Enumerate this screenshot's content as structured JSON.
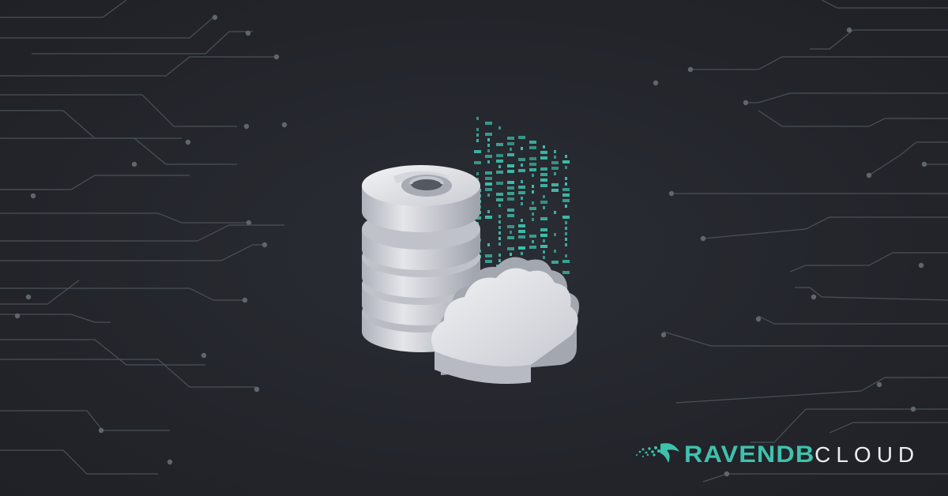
{
  "logo": {
    "brand": "RAVENDB",
    "product": "CLOUD"
  },
  "icons": [
    "circuit-lines-left",
    "circuit-lines-right",
    "database-server-icon",
    "binary-code-stream",
    "cloud-icon",
    "raven-logo-mark"
  ],
  "colors": {
    "background": "#23252b",
    "accent": "#3fc1ad",
    "circuit": "#4a5158",
    "glow": "#2ee6c6",
    "cloud": "#dfe2e8",
    "database": "#d8dbe1"
  }
}
